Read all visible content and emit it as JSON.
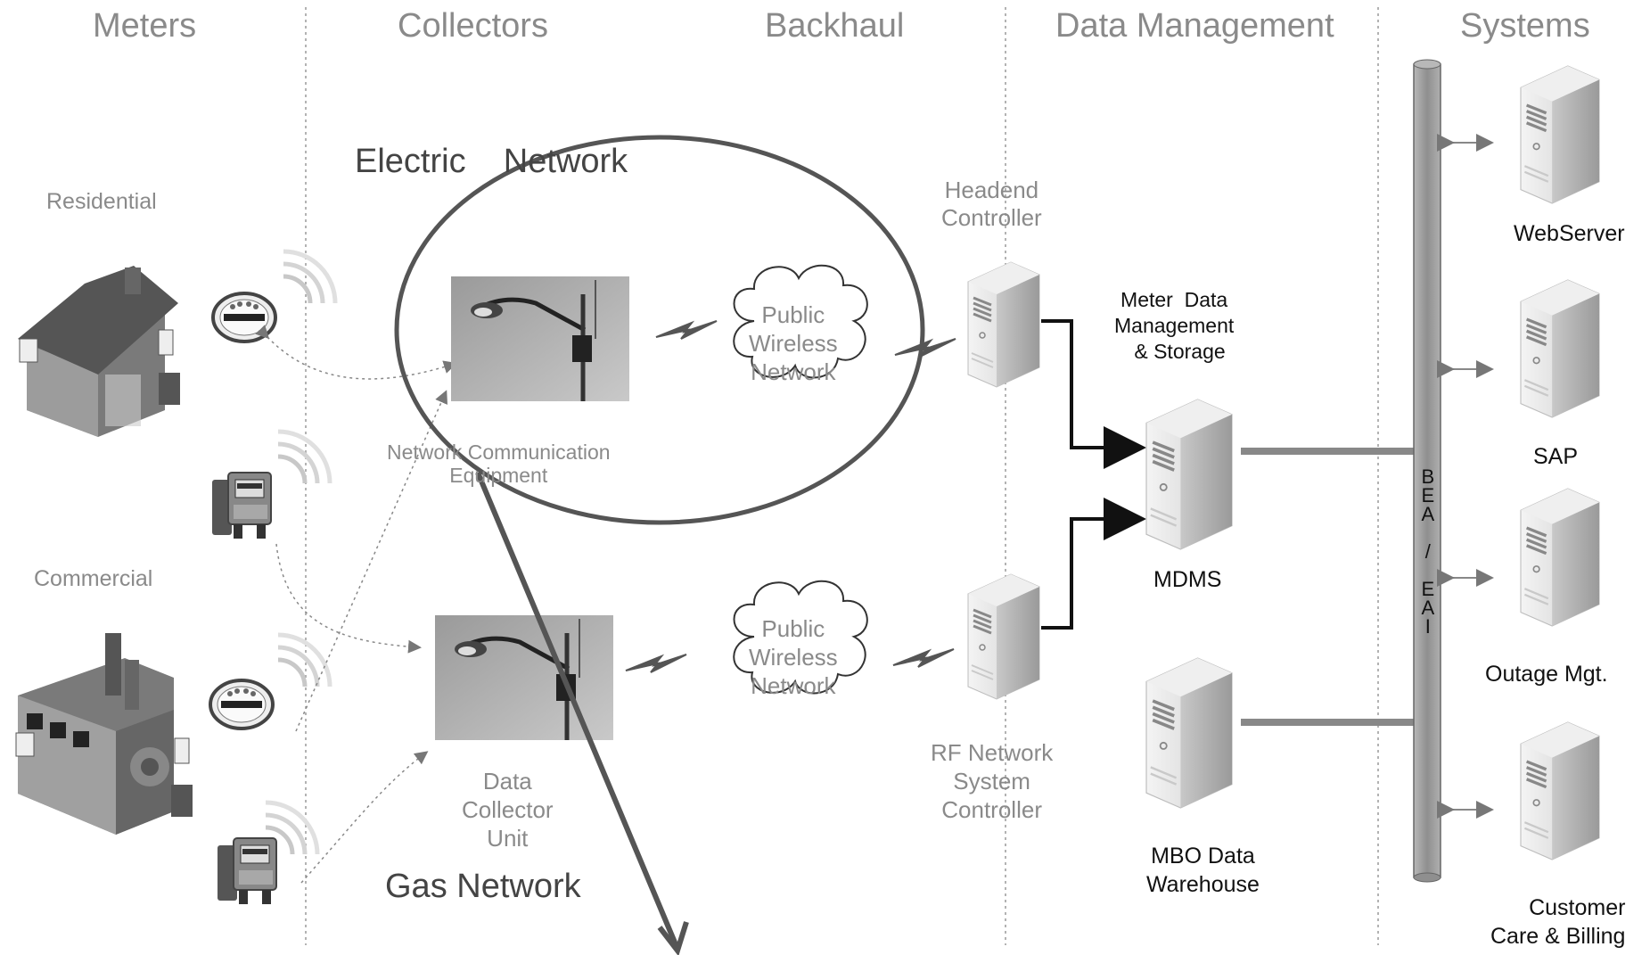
{
  "columns": {
    "meters": "Meters",
    "collectors": "Collectors",
    "backhaul": "Backhaul",
    "data_management": "Data Management",
    "systems": "Systems"
  },
  "meters": {
    "residential": "Residential",
    "commercial": "Commercial"
  },
  "networks": {
    "electric": "Electric    Network",
    "gas": "Gas Network"
  },
  "collector_labels": {
    "network_comm": "Network Communication\nEquipment",
    "data_collector": "Data\nCollector\nUnit"
  },
  "backhaul": {
    "cloud_top": "Public\nWireless\nNetwork",
    "cloud_bottom": "Public\nWireless\nNetwork"
  },
  "controllers": {
    "headend": "Headend\nController",
    "rf": "RF Network\nSystem\nController"
  },
  "data_management": {
    "mdm_storage": "Meter  Data\nManagement\n  & Storage",
    "mdms": "MDMS",
    "warehouse": "MBO Data\nWarehouse"
  },
  "bus": {
    "label": "BEA / EAI"
  },
  "systems": {
    "webserver": "WebServer",
    "sap": "SAP",
    "outage": "Outage Mgt.",
    "billing": "Customer\nCare & Billing"
  },
  "colors": {
    "grey_text": "#8a8a8a",
    "dark_text": "#111111",
    "bus_fill": "#9a9a9a",
    "outline": "#555555"
  }
}
